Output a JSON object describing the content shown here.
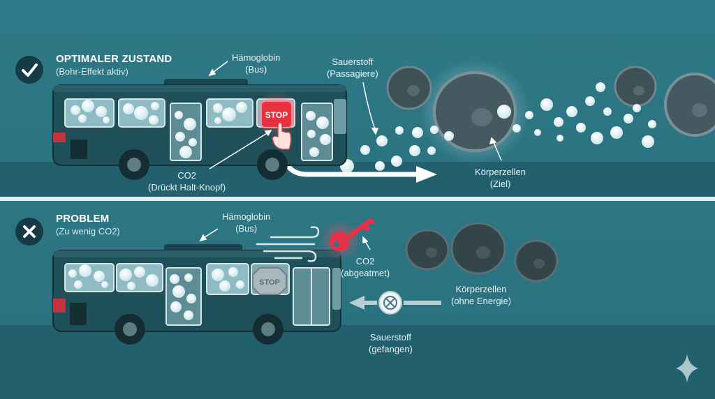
{
  "top": {
    "badge_icon": "checkmark-icon",
    "title": "OPTIMALER ZUSTAND",
    "subtitle": "(Bohr-Effekt aktiv)",
    "bus_label_1": "Hämoglobin",
    "bus_label_2": "(Bus)",
    "oxygen_label_1": "Sauerstoff",
    "oxygen_label_2": "(Passagiere)",
    "stop_sign": "STOP",
    "co2_label_1": "CO2",
    "co2_label_2": "(Drückt Halt-Knopf)",
    "cells_label_1": "Körperzellen",
    "cells_label_2": "(Ziel)"
  },
  "bottom": {
    "badge_icon": "x-mark-icon",
    "title": "PROBLEM",
    "subtitle": "(Zu wenig CO2)",
    "bus_label_1": "Hämoglobin",
    "bus_label_2": "(Bus)",
    "stop_sign": "STOP",
    "co2_label_1": "CO2",
    "co2_label_2": "(abgeatmet)",
    "cells_label_1": "Körperzellen",
    "cells_label_2": "(ohne Energie)",
    "oxygen_label_1": "Sauerstoff",
    "oxygen_label_2": "(gefangen)"
  },
  "colors": {
    "background": "#2a7382",
    "bus_body": "#1f4f58",
    "oxygen": "#f4fbfd",
    "stop_red": "#e8303e",
    "key_red": "#e83049",
    "cell": "#3d4e54"
  },
  "icons": [
    "checkmark-icon",
    "x-mark-icon",
    "stop-sign-icon",
    "hand-pointer-icon",
    "key-icon",
    "wind-icon",
    "blocked-x-icon",
    "sparkle-icon"
  ]
}
